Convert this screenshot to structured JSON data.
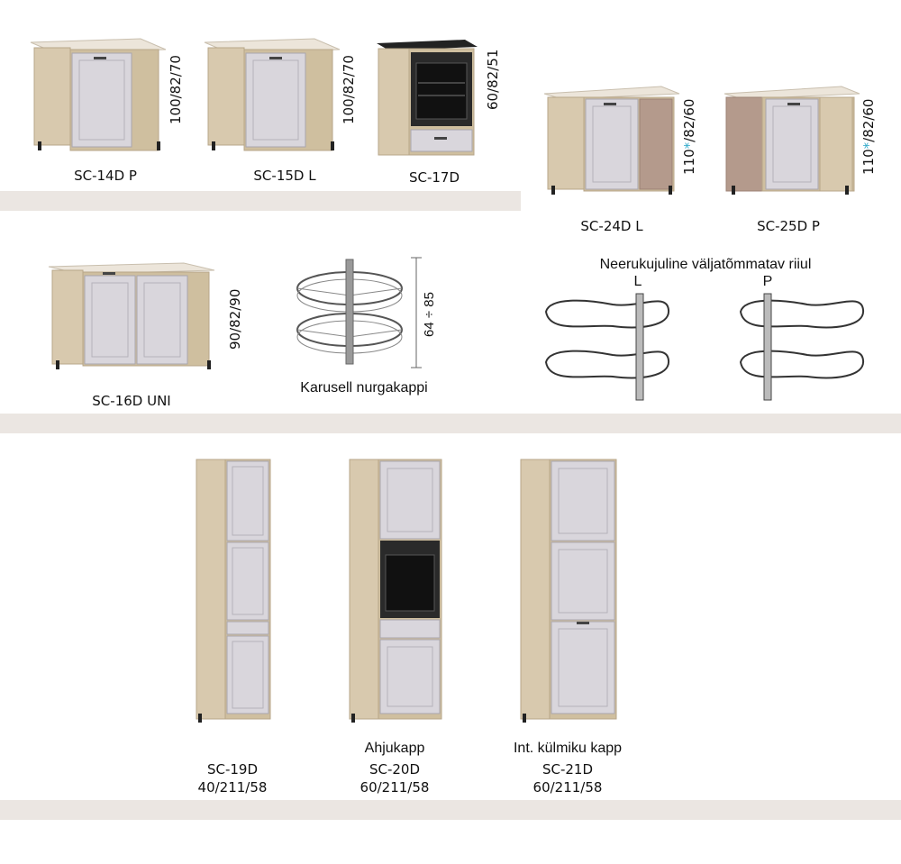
{
  "base_row": [
    {
      "code": "SC-14D P",
      "dims": "100/82/70"
    },
    {
      "code": "SC-15D L",
      "dims": "100/82/70"
    },
    {
      "code": "SC-17D",
      "dims": "60/82/51"
    }
  ],
  "corner_row": [
    {
      "code": "SC-24D L",
      "dims_num": "110",
      "dims_star": "*",
      "dims_rest": "/82/60"
    },
    {
      "code": "SC-25D P",
      "dims_num": "110",
      "dims_star": "*",
      "dims_rest": "/82/60"
    }
  ],
  "mid_row": {
    "corner_unit": {
      "code": "SC-16D UNI",
      "dims": "90/82/90"
    },
    "carousel": {
      "caption": "Karusell nurgakappi",
      "height": "64 ÷ 85"
    },
    "shelf": {
      "caption": "Neerukujuline väljatõmmatav riiul",
      "left": "L",
      "right": "P"
    }
  },
  "tall_row": [
    {
      "title": "",
      "code": "SC-19D",
      "dims": "40/211/58"
    },
    {
      "title": "Ahjukapp",
      "code": "SC-20D",
      "dims": "60/211/58"
    },
    {
      "title": "Int. külmiku kapp",
      "code": "SC-21D",
      "dims": "60/211/58"
    }
  ],
  "colors": {
    "band": "#ebe6e2",
    "oak": "#d8c9ae",
    "door": "#d9d6dc",
    "top": "#ece5da",
    "accent": "#2aa7c9",
    "mocha": "#b49a8c"
  }
}
